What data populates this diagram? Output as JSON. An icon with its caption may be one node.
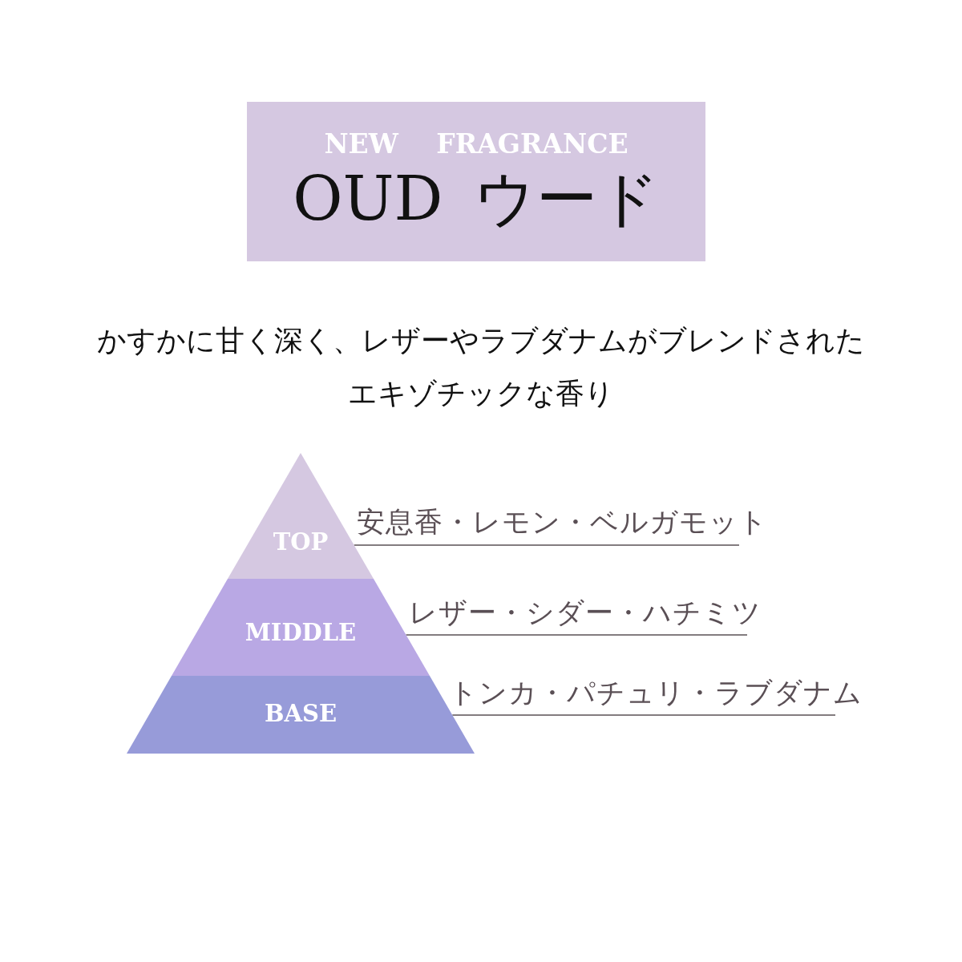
{
  "diagram": {
    "nodes": [
      {
        "text": [
          "NEW FRAGRANCE",
          "OUD ウード"
        ]
      },
      {
        "text": [
          "TOP"
        ]
      },
      {
        "text": [
          "MIDDLE"
        ]
      },
      {
        "text": [
          "BASE"
        ]
      },
      {
        "text": [
          "安息香・レモン・ベルガモット"
        ]
      },
      {
        "text": [
          "レザー・シダー・ハチミツ"
        ]
      },
      {
        "text": [
          "トンカ・パチュリ・ラブダナム"
        ]
      }
    ],
    "edges": [
      {
        "from": 4,
        "to": 1,
        "arrow": "none"
      },
      {
        "from": 5,
        "to": 2,
        "arrow": "none"
      },
      {
        "from": 6,
        "to": 3,
        "arrow": "none"
      }
    ],
    "labels": [
      "かすかに甘く深く、レザーやラブダナムがブレンドされたエキゾチックな香り"
    ]
  }
}
